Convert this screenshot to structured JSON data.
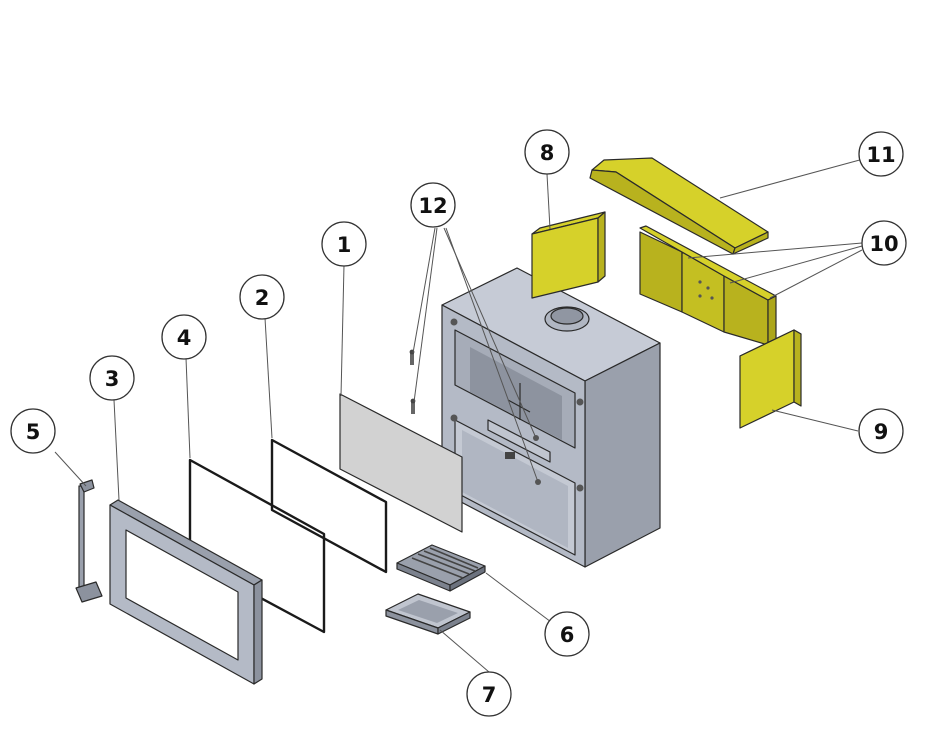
{
  "callouts": {
    "c1": "1",
    "c2": "2",
    "c3": "3",
    "c4": "4",
    "c5": "5",
    "c6": "6",
    "c7": "7",
    "c8": "8",
    "c9": "9",
    "c10": "10",
    "c11": "11",
    "c12": "12"
  },
  "colors": {
    "steel_front": "#b4bac6",
    "steel_side": "#9aa0ac",
    "steel_top": "#c6cbd6",
    "brick": "#d6d12a",
    "brick_dark": "#b8b21e",
    "glass": "#d2d2d2"
  }
}
